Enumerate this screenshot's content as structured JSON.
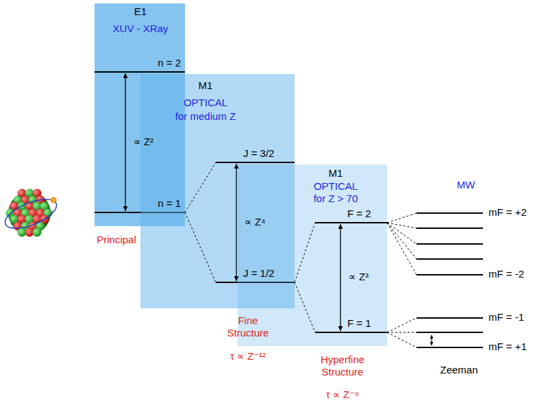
{
  "diagram": {
    "nodes": [
      {
        "text": [
          "E1",
          "XUV - XRay",
          "Principal"
        ]
      },
      {
        "text": [
          "n = 2"
        ],
        "in": 0
      },
      {
        "text": [
          "n = 1"
        ],
        "in": 0
      },
      {
        "text": [
          "M1",
          "OPTICAL",
          "for medium Z",
          "Fine Structure",
          "τ ∝ Z⁻¹²"
        ]
      },
      {
        "text": [
          "J = 3/2"
        ],
        "in": 3
      },
      {
        "text": [
          "J = 1/2"
        ],
        "in": 3
      },
      {
        "text": [
          "M1",
          "OPTICAL",
          "for Z > 70",
          "Hyperfine Structure",
          "τ ∝ Z⁻⁹"
        ]
      },
      {
        "text": [
          "F = 2"
        ],
        "in": 6
      },
      {
        "text": [
          "F = 1"
        ],
        "in": 6
      },
      {
        "text": [
          "mF = +2"
        ]
      },
      {
        "text": [
          "mF = -2"
        ]
      },
      {
        "text": [
          "mF = -1"
        ]
      },
      {
        "text": [
          "mF = +1"
        ]
      }
    ],
    "edges": [
      {
        "from": 1,
        "to": 2,
        "arrow": "both",
        "label": "∝ Z²"
      },
      {
        "from": 2,
        "to": 4,
        "arrow": "none"
      },
      {
        "from": 2,
        "to": 5,
        "arrow": "none"
      },
      {
        "from": 4,
        "to": 5,
        "arrow": "both",
        "label": "∝ Z⁴"
      },
      {
        "from": 5,
        "to": 7,
        "arrow": "none"
      },
      {
        "from": 5,
        "to": 8,
        "arrow": "none"
      },
      {
        "from": 7,
        "to": 8,
        "arrow": "both",
        "label": "∝ Z³"
      },
      {
        "from": 7,
        "to": 9,
        "arrow": "none"
      },
      {
        "from": 7,
        "to": 10,
        "arrow": "none"
      },
      {
        "from": 8,
        "to": 11,
        "arrow": "none"
      },
      {
        "from": 8,
        "to": 12,
        "arrow": "none"
      }
    ],
    "labels": [
      "MW",
      "Zeeman"
    ]
  }
}
